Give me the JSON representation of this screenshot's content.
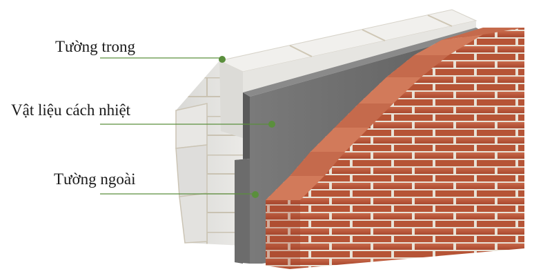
{
  "labels": {
    "inner_wall": "Tường trong",
    "insulation": "Vật liệu cách nhiệt",
    "outer_wall": "Tường ngoài"
  },
  "colors": {
    "leader_line": "#5a8f3c",
    "aerated_block": "#e4e4e2",
    "insulation_board": "#6e6e6e",
    "brick": "#b9583a",
    "mortar": "#e9e2d6"
  }
}
